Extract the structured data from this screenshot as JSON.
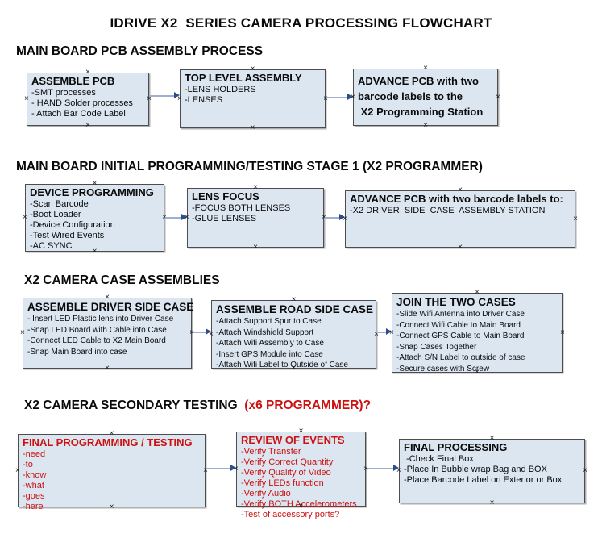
{
  "title": "IDRIVE X2  SERIES CAMERA PROCESSING FLOWCHART",
  "colors": {
    "background": "#ffffff",
    "box_fill": "#dce6f1",
    "box_border": "#4d4d4d",
    "arrow_line": "#9db1cf",
    "arrow_head": "#2d4d8f",
    "red_text": "#cc1111",
    "black_text": "#0a0a0a"
  },
  "handle_glyph": "×",
  "sections": {
    "s1": {
      "heading": "MAIN BOARD PCB ASSEMBLY PROCESS"
    },
    "s2": {
      "heading": "MAIN BOARD INITIAL PROGRAMMING/TESTING STAGE 1 (X2 PROGRAMMER)"
    },
    "s3": {
      "heading": "X2 CAMERA CASE ASSEMBLIES"
    },
    "s4": {
      "heading_black": "X2 CAMERA SECONDARY TESTING ",
      "heading_red": " (x6 PROGRAMMER)?"
    }
  },
  "boxes": {
    "assemble_pcb": {
      "title": "ASSEMBLE PCB",
      "items": [
        "-SMT processes",
        "- HAND Solder processes",
        "- Attach Bar Code Label"
      ]
    },
    "top_level_assembly": {
      "title": "TOP LEVEL ASSEMBLY",
      "items": [
        "-LENS HOLDERS",
        "-LENSES"
      ]
    },
    "advance_pcb_programming": {
      "lines": [
        "ADVANCE PCB with two",
        "barcode labels to the",
        " X2 Programming Station"
      ]
    },
    "device_programming": {
      "title": "DEVICE PROGRAMMING",
      "items": [
        "-Scan Barcode",
        "-Boot Loader",
        "-Device Configuration",
        "-Test Wired Events",
        "-AC SYNC"
      ]
    },
    "lens_focus": {
      "title": "LENS FOCUS",
      "items": [
        "-FOCUS BOTH LENSES",
        "-GLUE LENSES"
      ]
    },
    "advance_pcb_case": {
      "title": "ADVANCE PCB with two barcode labels to:",
      "items": [
        "-X2 DRIVER  SIDE  CASE  ASSEMBLY STATION"
      ]
    },
    "assemble_driver_side": {
      "title": "ASSEMBLE DRIVER SIDE CASE",
      "items": [
        "- Insert LED Plastic lens into Driver Case",
        "-Snap LED Board with Cable into Case",
        "-Connect LED Cable to X2 Main Board",
        "-Snap Main Board into case"
      ]
    },
    "assemble_road_side": {
      "title": "ASSEMBLE ROAD SIDE CASE",
      "items": [
        "-Attach Support Spur to Case",
        "-Attach Windshield Support",
        "-Attach Wifi Assembly to Case",
        "-Insert GPS Module into Case",
        "-Attach Wifi Label to Outside of Case"
      ]
    },
    "join_two_cases": {
      "title": "JOIN THE TWO CASES",
      "items": [
        "-Slide Wifi Antenna into Driver Case",
        "-Connect Wifi Cable to Main Board",
        "-Connect GPS Cable to Main Board",
        "-Snap Cases Together",
        "-Attach S/N Label to outside of case",
        "-Secure cases with Screw"
      ]
    },
    "final_programming": {
      "title": "FINAL PROGRAMMING / TESTING",
      "items": [
        "-need",
        "-to",
        "-know",
        "-what",
        "-goes",
        "-here"
      ]
    },
    "review_of_events": {
      "title": "REVIEW OF EVENTS",
      "items": [
        "-Verify Transfer",
        "-Verify Correct Quantity",
        "-Verify Quality of Video",
        "-Verify LEDs function",
        "-Verify Audio",
        "-Verify BOTH Accelerometers",
        "-Test of accessory ports?"
      ]
    },
    "final_processing": {
      "title": "FINAL PROCESSING",
      "items": [
        " -Check Final Box",
        "-Place In Bubble wrap Bag and BOX",
        "-Place Barcode Label on Exterior or Box"
      ]
    }
  }
}
